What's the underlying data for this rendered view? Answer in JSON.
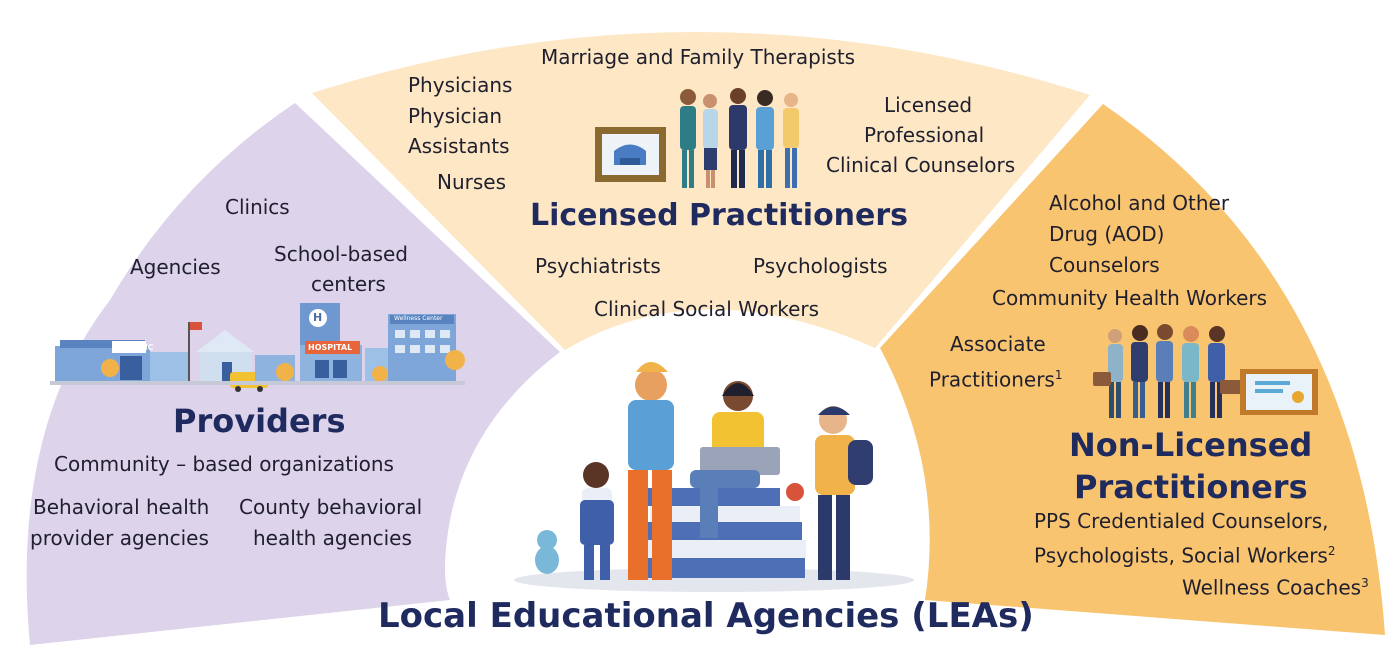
{
  "colors": {
    "providers": "#ddd3ea",
    "licensed": "#fde7c4",
    "nonlicensed": "#f9c470",
    "title": "#1f2a5e",
    "text": "#1f1f2e"
  },
  "licensed": {
    "title": "Licensed Practitioners",
    "marriage": "Marriage and Family Therapists",
    "physicians": "Physicians",
    "physician_assistants_1": "Physician",
    "physician_assistants_2": "Assistants",
    "nurses": "Nurses",
    "lpcc_1": "Licensed",
    "lpcc_2": "Professional",
    "lpcc_3": "Clinical Counselors",
    "psychiatrists": "Psychiatrists",
    "psychologists": "Psychologists",
    "social_workers": "Clinical Social Workers"
  },
  "providers": {
    "title": "Providers",
    "clinics": "Clinics",
    "agencies": "Agencies",
    "school_based_1": "School-based",
    "school_based_2": "centers",
    "building_clinic": "CLINIC",
    "building_hospital": "HOSPITAL",
    "building_h": "H",
    "building_wellness": "Wellness Center",
    "community": "Community – based organizations",
    "behavioral_1": "Behavioral health",
    "behavioral_2": "provider agencies",
    "county_1": "County behavioral",
    "county_2": "health agencies"
  },
  "nonlicensed": {
    "title_1": "Non-Licensed",
    "title_2": "Practitioners",
    "aod_1": "Alcohol and Other",
    "aod_2": "Drug (AOD)",
    "aod_3": "Counselors",
    "chw": "Community Health Workers",
    "associate_1": "Associate",
    "associate_2": "Practitioners",
    "associate_sup": "1",
    "pps_1": "PPS Credentialed Counselors,",
    "pps_2": "Psychologists, Social Workers",
    "pps_sup": "2",
    "wellness": "Wellness Coaches",
    "wellness_sup": "3"
  },
  "center": {
    "title": "Local Educational Agencies (LEAs)"
  }
}
